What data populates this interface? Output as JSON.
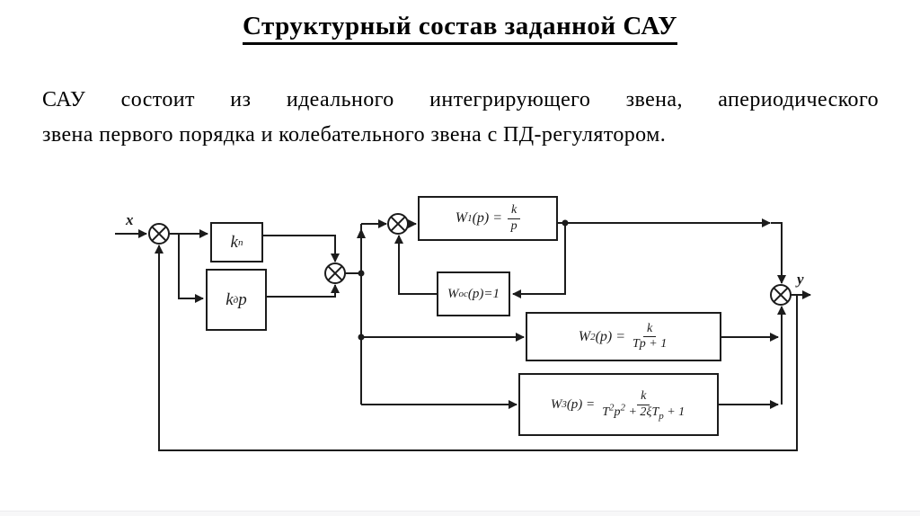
{
  "slide": {
    "title": "Структурный состав заданной САУ",
    "paragraph_line1": "САУ состоит из идеального интегрирующего звена, апериодического",
    "paragraph_line2": "звена первого порядка и колебательного звена с ПД-регулятором."
  },
  "colors": {
    "line": "#1c1c1c",
    "background": "#ffffff"
  },
  "diagram": {
    "input_label": "x",
    "output_label": "y",
    "blocks": {
      "kp": {
        "base": "k",
        "sub": "п"
      },
      "kdp": {
        "base": "k",
        "sub": "д",
        "suffix": "p"
      },
      "w1": {
        "name": "W",
        "idx": "1",
        "eq": "(p) =",
        "num": "k",
        "den": "p"
      },
      "woc": {
        "name": "W",
        "idx": "ос",
        "eq": "(p)=1"
      },
      "w2": {
        "name": "W",
        "idx": "2",
        "eq": "(p) =",
        "num": "k",
        "den": "Tp + 1"
      },
      "w3": {
        "name": "W",
        "idx": "3",
        "eq": "(p) =",
        "num": "k",
        "den": [
          "T",
          "2",
          "p",
          "2",
          " + 2ξ",
          "T",
          "p",
          " + 1"
        ]
      }
    }
  }
}
